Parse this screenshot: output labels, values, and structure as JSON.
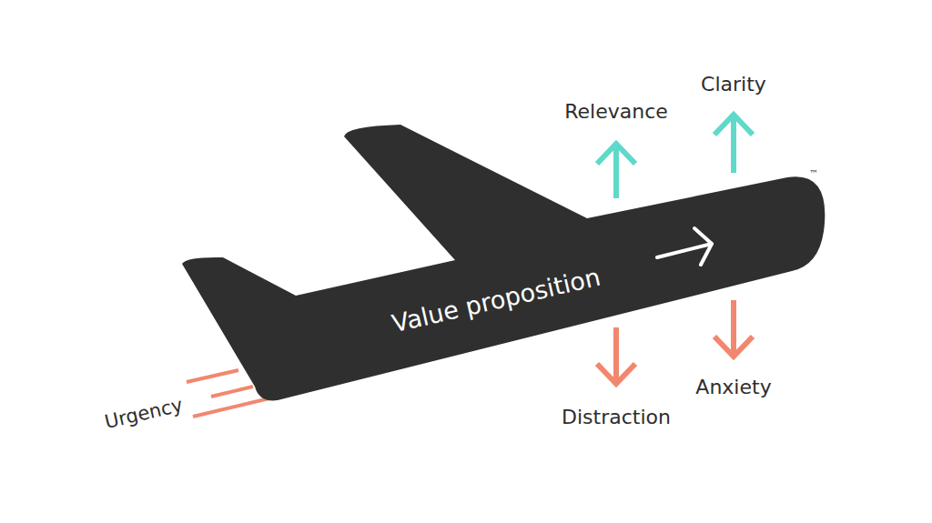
{
  "diagram": {
    "nodes": [
      {
        "text": [
          "Value proposition"
        ]
      }
    ],
    "labels": [
      "Relevance",
      "Clarity",
      "Distraction",
      "Anxiety",
      "Urgency",
      "™"
    ]
  }
}
